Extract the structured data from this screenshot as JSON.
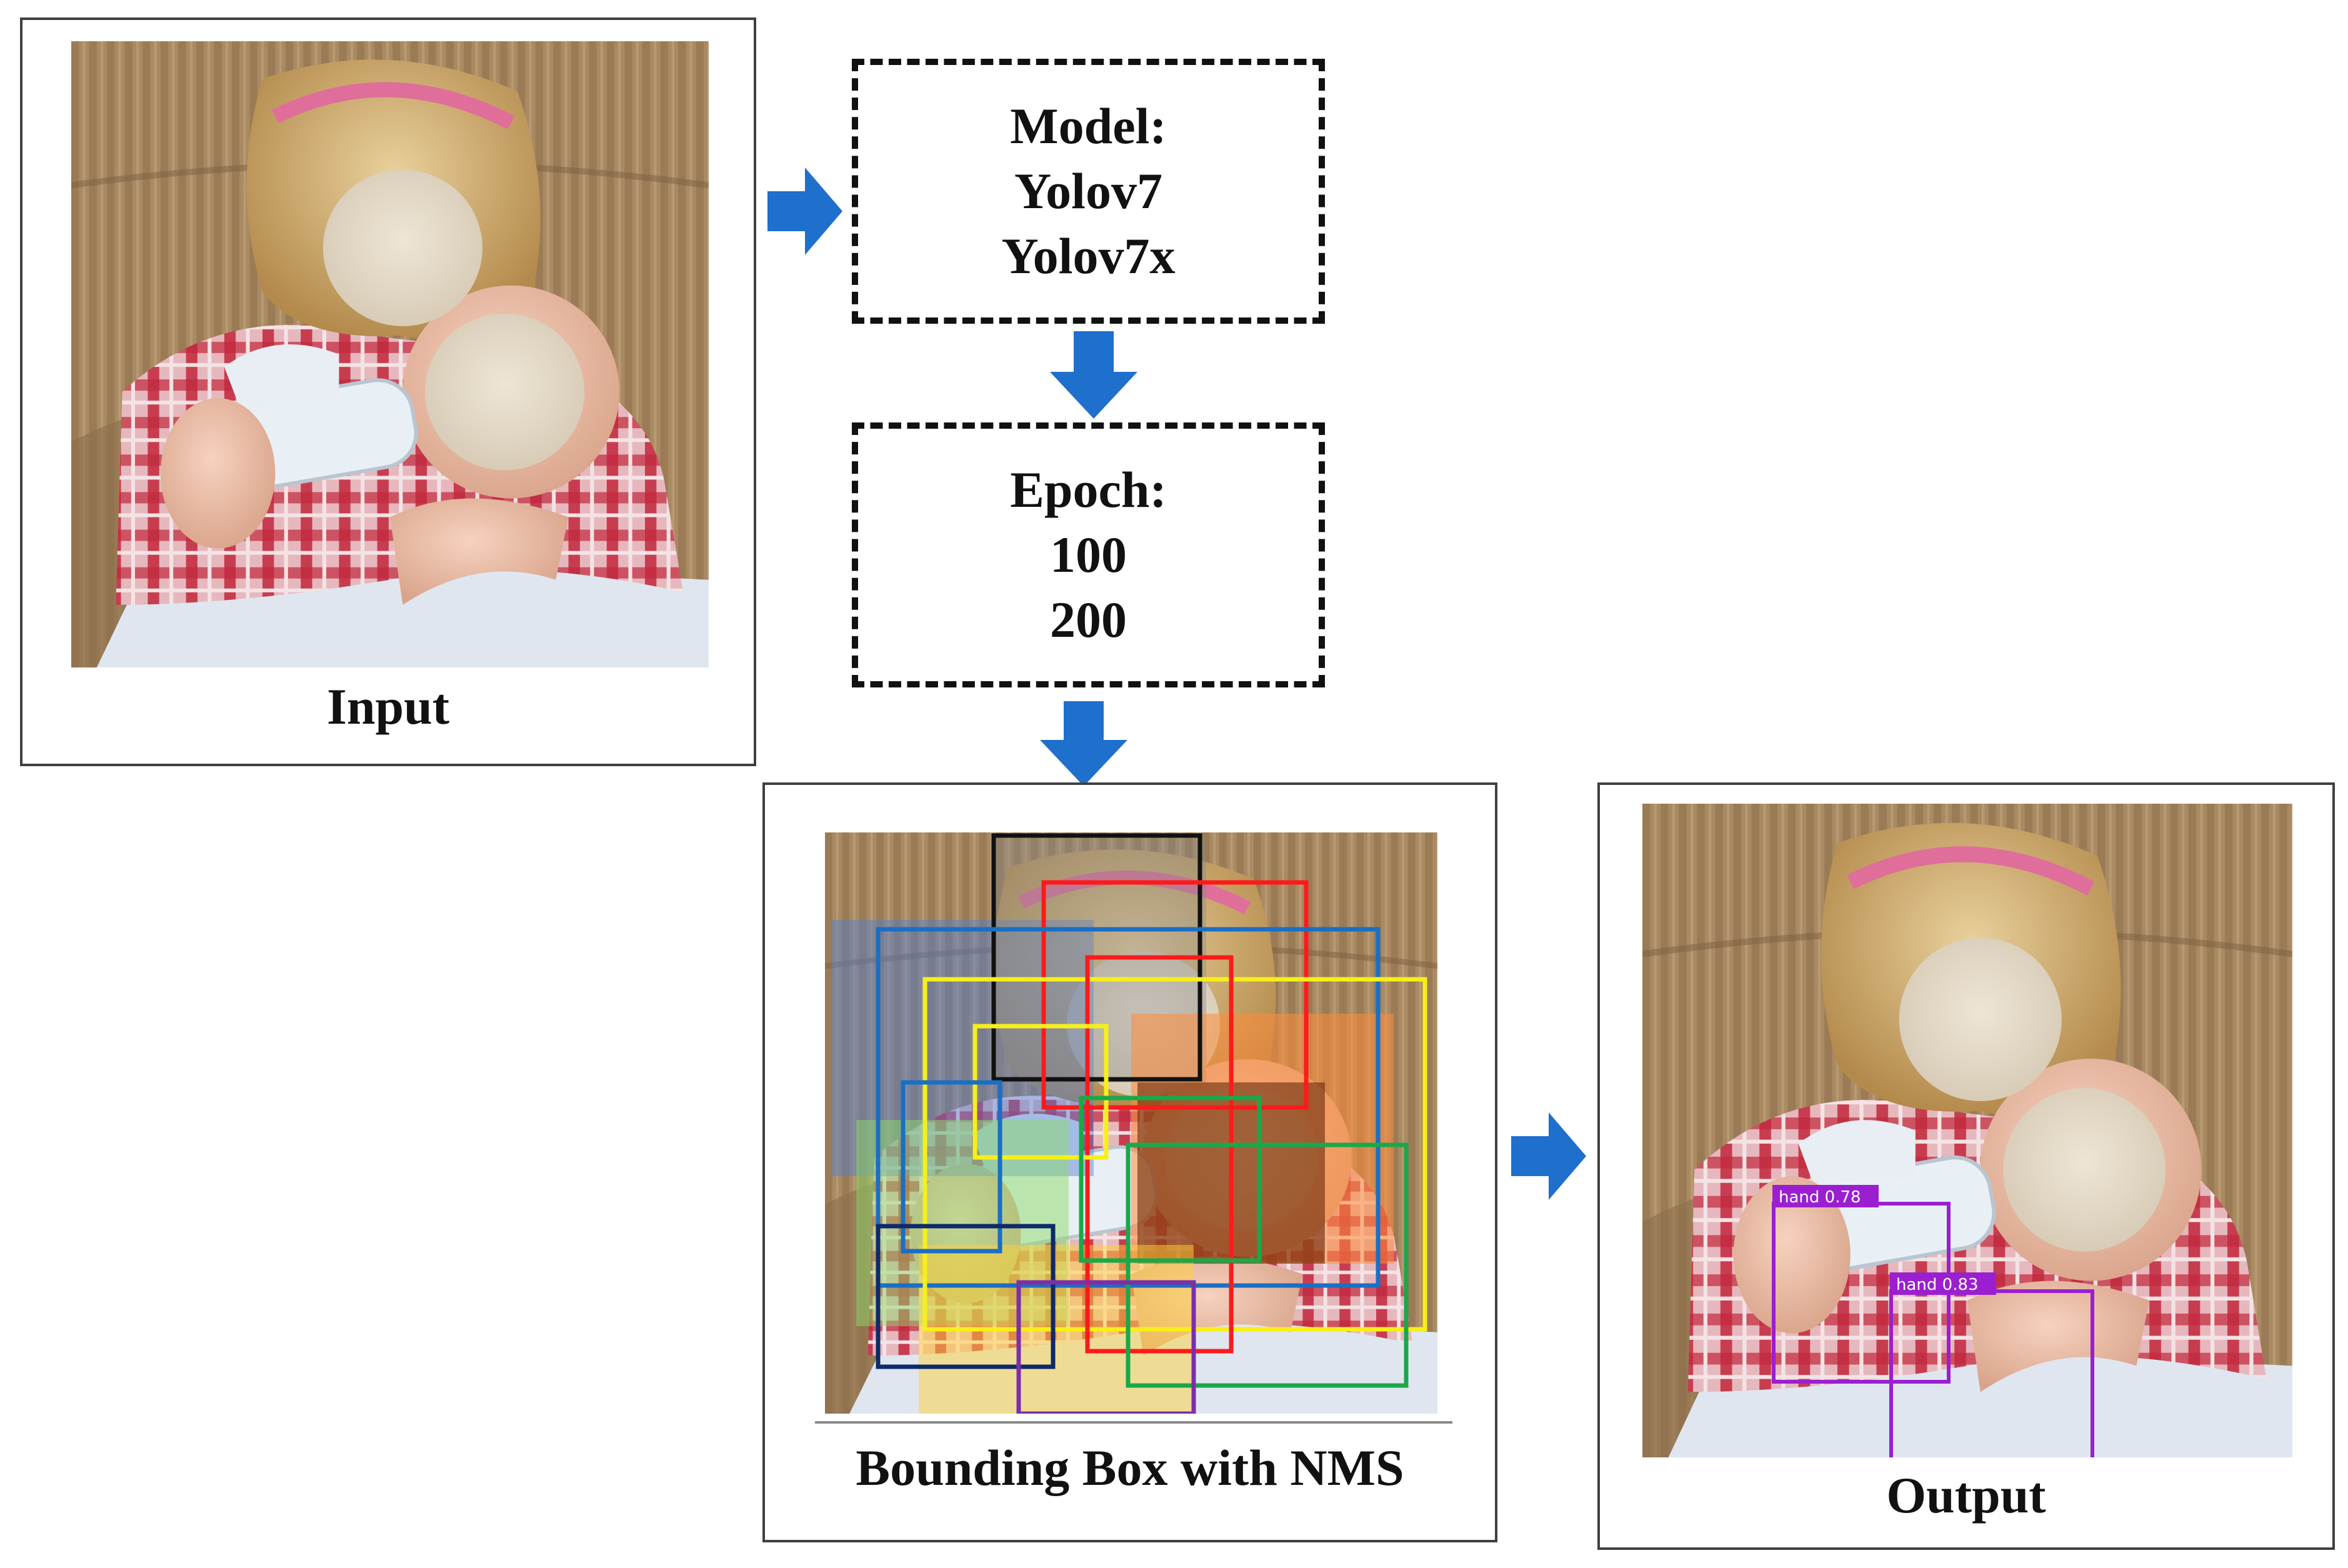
{
  "input": {
    "caption": "Input"
  },
  "model": {
    "title": "Model:",
    "options": [
      "Yolov7",
      "Yolov7x"
    ]
  },
  "epoch": {
    "title": "Epoch:",
    "options": [
      "100",
      "200"
    ]
  },
  "nms": {
    "caption": "Bounding Box with NMS"
  },
  "output": {
    "caption": "Output",
    "detections": [
      {
        "label": "hand 0.78"
      },
      {
        "label": "hand 0.83"
      }
    ]
  },
  "colors": {
    "arrow": "#1f6fcc",
    "detection": "#9b1fd1",
    "box_black": "#111111",
    "box_red": "#ff1a1a",
    "box_blue": "#1a6fc4",
    "box_yellow": "#f7ef1a",
    "box_green": "#1aa84a",
    "box_navy": "#0d2a6b",
    "box_purple": "#7b2fa8"
  }
}
